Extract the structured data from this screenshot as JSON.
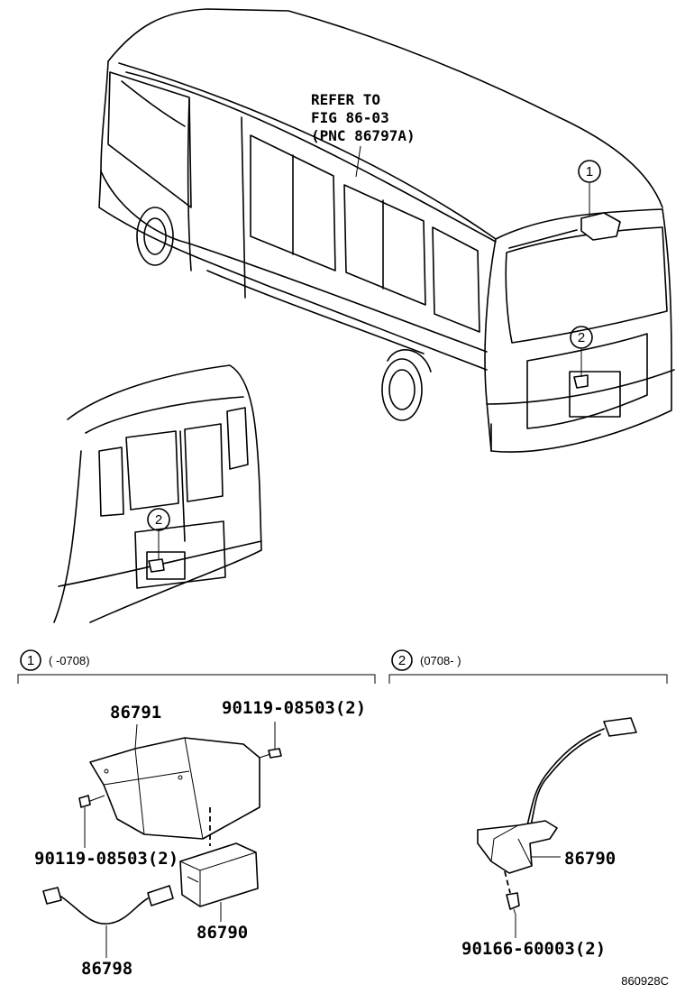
{
  "refer_note": {
    "line1": "REFER TO",
    "line2": "FIG 86-03",
    "line3": "(PNC 86797A)"
  },
  "callouts": {
    "c1": "1",
    "c2": "2"
  },
  "section1": {
    "number": "1",
    "range": "(      -0708)"
  },
  "section2": {
    "number": "2",
    "range": "(0708-      )"
  },
  "parts": {
    "bracket": "86791",
    "bolt_right": "90119-08503(2)",
    "bolt_left": "90119-08503(2)",
    "camera_1": "86790",
    "wire": "86798",
    "camera_2": "86790",
    "screw": "90166-60003(2)"
  },
  "figure_code": "860928C"
}
